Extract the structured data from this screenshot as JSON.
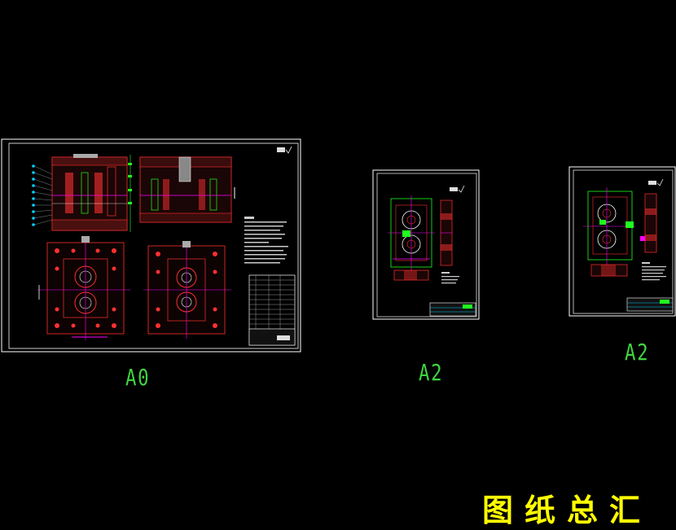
{
  "sheets": [
    {
      "id": "a0",
      "label": "A0"
    },
    {
      "id": "a2-first",
      "label": "A2"
    },
    {
      "id": "a2-second",
      "label": "A2"
    }
  ],
  "summary_title": "图纸总汇",
  "colors": {
    "background": "#000000",
    "frame": "#ffffff",
    "line": "#ff3030",
    "accent_green": "#20ff20",
    "accent_cyan": "#00d0ff",
    "label_green": "#3fd43f",
    "title_yellow": "#ffff00"
  }
}
